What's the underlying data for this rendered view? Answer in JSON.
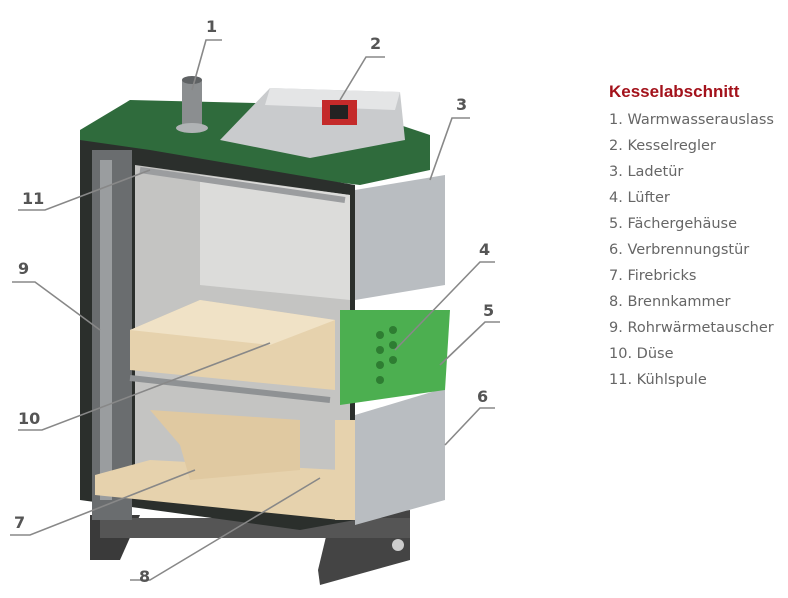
{
  "legend": {
    "title": "Kesselabschnitt",
    "items": [
      "1. Warmwasserauslass",
      "2. Kesselregler",
      "3. Ladetür",
      "4. Lüfter",
      "5. Fächergehäuse",
      "6. Verbrennungstür",
      "7. Firebricks",
      "8. Brennkammer",
      "9. Rohrwärmetauscher",
      "10. Düse",
      "11. Kühlspule"
    ]
  },
  "callouts": [
    "1",
    "2",
    "3",
    "4",
    "5",
    "6",
    "7",
    "8",
    "9",
    "10",
    "11"
  ],
  "colors": {
    "title": "#a3121b",
    "body_green": "#2f6b3c",
    "fan_green": "#4caf50",
    "firebrick": "#e6d2ad",
    "door_gray": "#b9bdc1"
  }
}
